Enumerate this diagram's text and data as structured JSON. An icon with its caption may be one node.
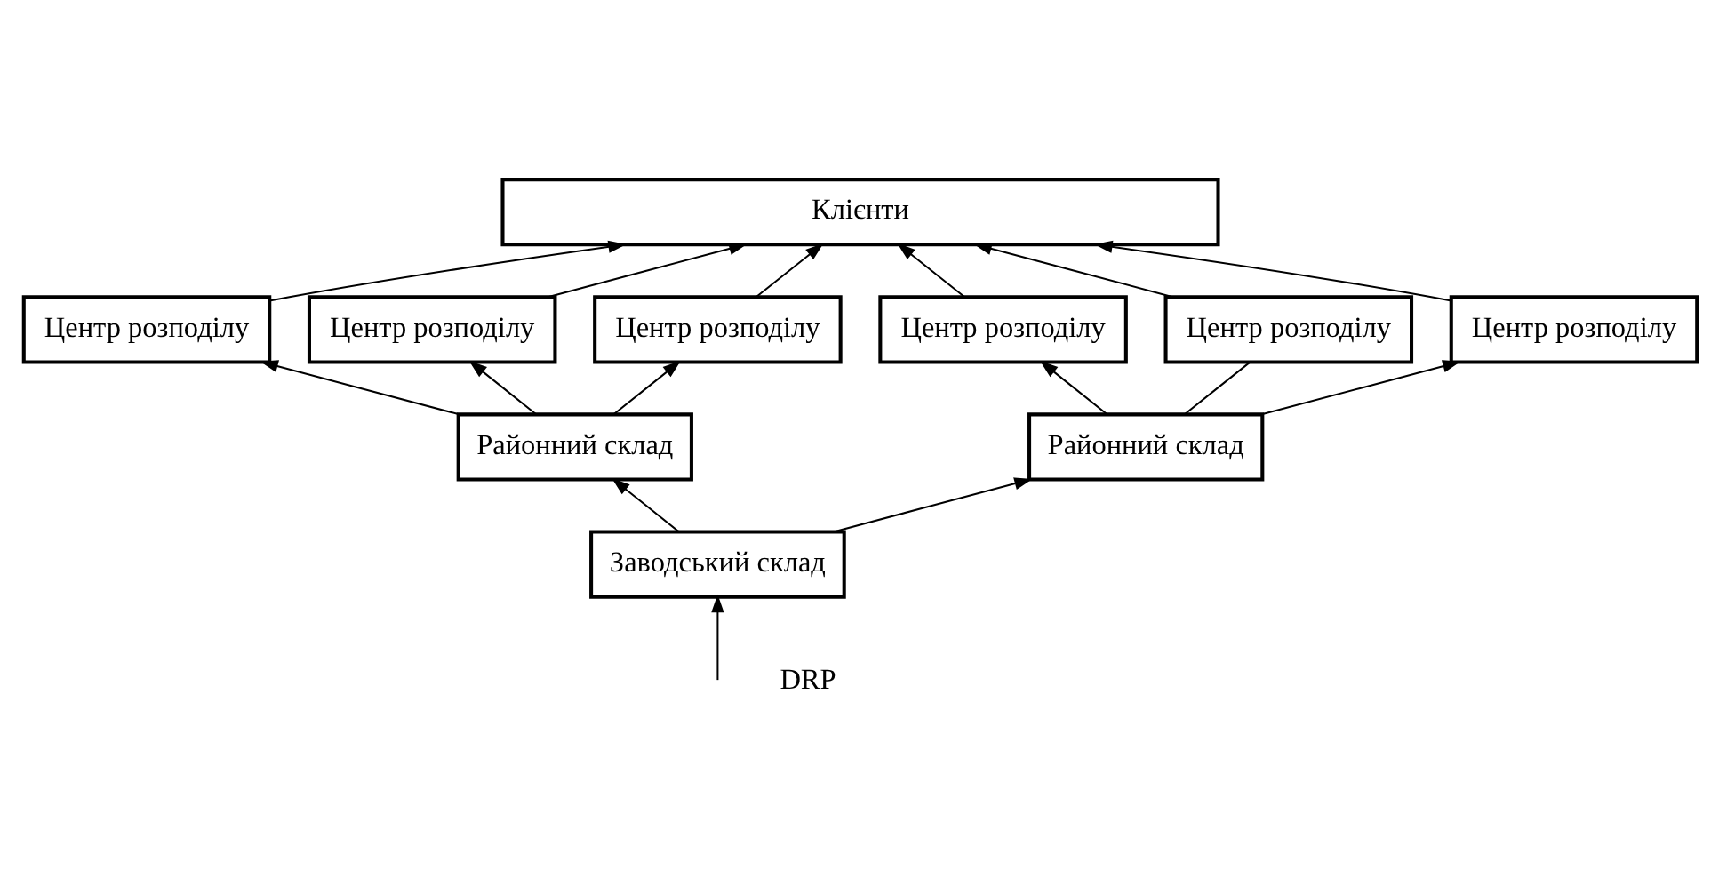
{
  "diagram": {
    "nodes": [
      {
        "text": [
          "Клієнти"
        ]
      },
      {
        "text": [
          "Центр розподілу"
        ]
      },
      {
        "text": [
          "Центр розподілу"
        ]
      },
      {
        "text": [
          "Центр розподілу"
        ]
      },
      {
        "text": [
          "Центр розподілу"
        ]
      },
      {
        "text": [
          "Центр розподілу"
        ]
      },
      {
        "text": [
          "Центр розподілу"
        ]
      },
      {
        "text": [
          "Районний склад"
        ]
      },
      {
        "text": [
          "Районний склад"
        ]
      },
      {
        "text": [
          "Заводський склад"
        ]
      }
    ],
    "edges": [
      {
        "from": 1,
        "to": 0,
        "arrow": "to"
      },
      {
        "from": 2,
        "to": 0,
        "arrow": "to"
      },
      {
        "from": 3,
        "to": 0,
        "arrow": "to"
      },
      {
        "from": 5,
        "to": 0,
        "arrow": "to"
      },
      {
        "from": 4,
        "to": 0,
        "arrow": "to"
      },
      {
        "from": 6,
        "to": 0,
        "arrow": "to"
      },
      {
        "from": 7,
        "to": 1,
        "arrow": "to"
      },
      {
        "from": 7,
        "to": 2,
        "arrow": "to"
      },
      {
        "from": 7,
        "to": 3,
        "arrow": "to"
      },
      {
        "from": 8,
        "to": 5,
        "arrow": "none"
      },
      {
        "from": 8,
        "to": 4,
        "arrow": "to"
      },
      {
        "from": 8,
        "to": 6,
        "arrow": "to"
      },
      {
        "from": 9,
        "to": 7,
        "arrow": "to"
      },
      {
        "from": 9,
        "to": 8,
        "arrow": "to"
      },
      {
        "from": null,
        "to": 9,
        "arrow": "to"
      }
    ],
    "labels": [
      "DRP"
    ]
  }
}
